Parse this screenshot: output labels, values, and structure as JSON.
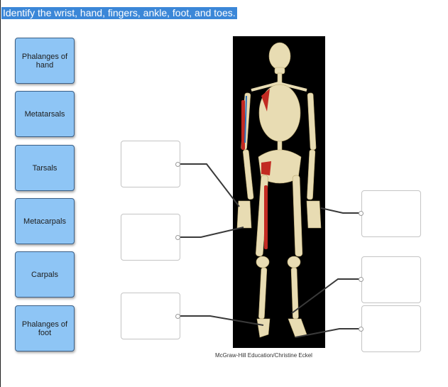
{
  "question": "Identify the wrist, hand, fingers, ankle, foot, and toes.",
  "terms": [
    "Phalanges of hand",
    "Metatarsals",
    "Tarsals",
    "Metacarpals",
    "Carpals",
    "Phalanges of foot"
  ],
  "credit": "McGraw-Hill Education/Christine Eckel",
  "colors": {
    "term_fill": "#8ec5f5",
    "highlight": "#3b87d8",
    "photo_bg": "#000000"
  }
}
